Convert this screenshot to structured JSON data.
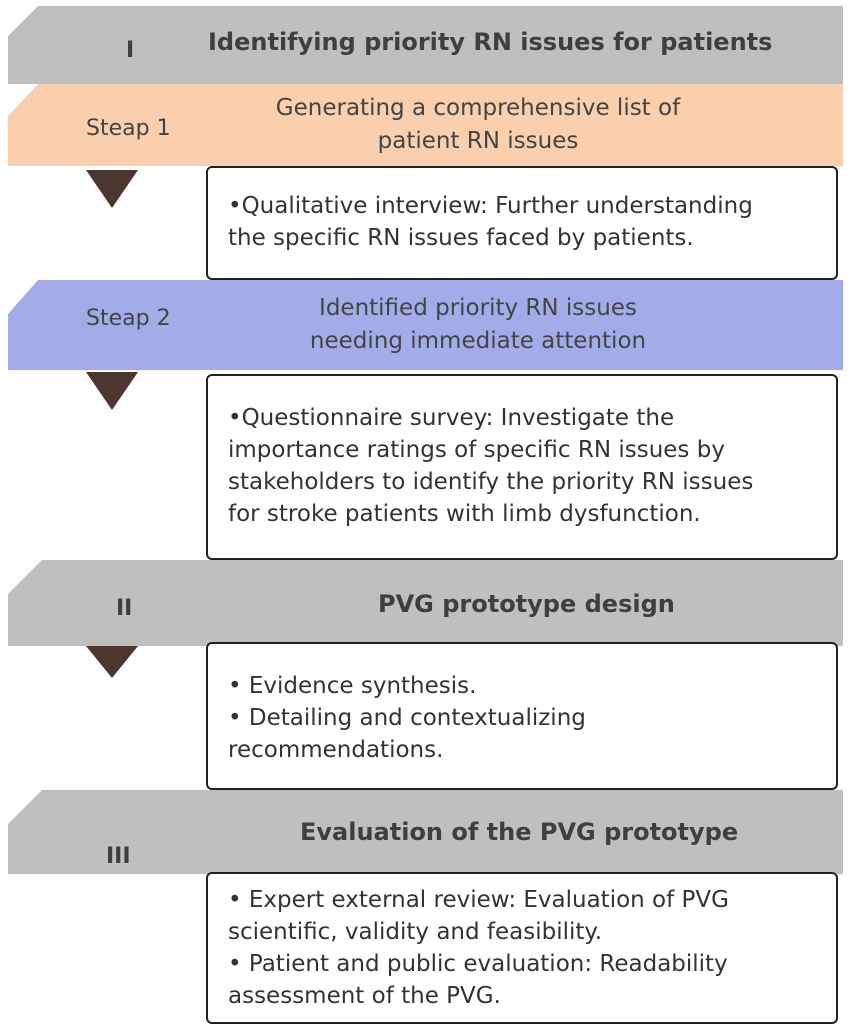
{
  "colors": {
    "phase_band": "#bfbfbf",
    "step1_band": "#f9cfae",
    "step2_band": "#a3ace8",
    "arrow": "#4d3530",
    "box_border": "#222222"
  },
  "phase1": {
    "number": "I",
    "title": "Identifying priority RN issues for patients"
  },
  "step1": {
    "label": "Steap 1",
    "title_lines": [
      "Generating a comprehensive list of",
      "patient RN issues"
    ],
    "box_lines": [
      "•Qualitative interview: Further understanding",
      "the specific RN issues faced by patients."
    ]
  },
  "step2": {
    "label": "Steap 2",
    "title_lines": [
      "Identified priority RN issues",
      "needing immediate attention"
    ],
    "box_lines": [
      "•Questionnaire survey: Investigate the",
      "importance ratings of specific RN issues by",
      "stakeholders to identify the priority RN issues",
      "for stroke patients with limb dysfunction."
    ]
  },
  "phase2": {
    "number": "II",
    "title": "PVG prototype design",
    "box_lines": [
      "• Evidence synthesis.",
      "• Detailing and contextualizing",
      "recommendations."
    ]
  },
  "phase3": {
    "number": "III",
    "title": "Evaluation of the PVG prototype",
    "box_lines": [
      "• Expert external review: Evaluation of PVG",
      "scientific, validity and feasibility.",
      "• Patient and public evaluation: Readability",
      "assessment of the PVG."
    ]
  }
}
